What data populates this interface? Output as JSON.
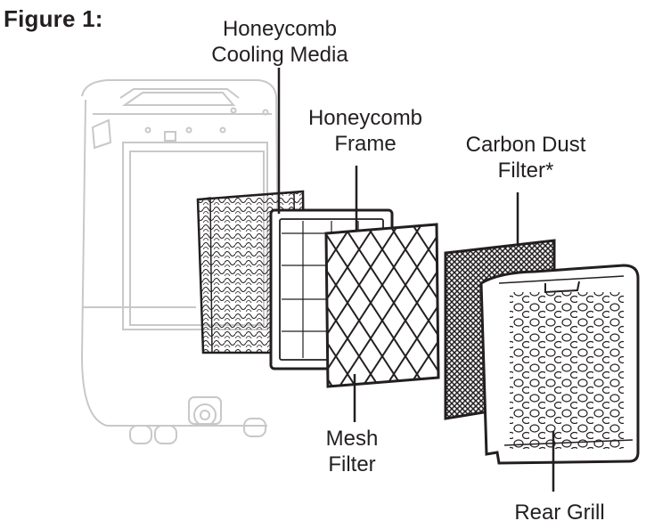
{
  "figure": {
    "title": "Figure 1:"
  },
  "labels": {
    "honeycomb_media": [
      "Honeycomb",
      "Cooling Media"
    ],
    "honeycomb_frame": [
      "Honeycomb",
      "Frame"
    ],
    "carbon_filter": [
      "Carbon Dust",
      "Filter*"
    ],
    "mesh_filter": [
      "Mesh",
      "Filter"
    ],
    "rear_grill": [
      "Rear Grill"
    ]
  },
  "colors": {
    "ink": "#231f20",
    "ghost": "#c8c8c8"
  }
}
